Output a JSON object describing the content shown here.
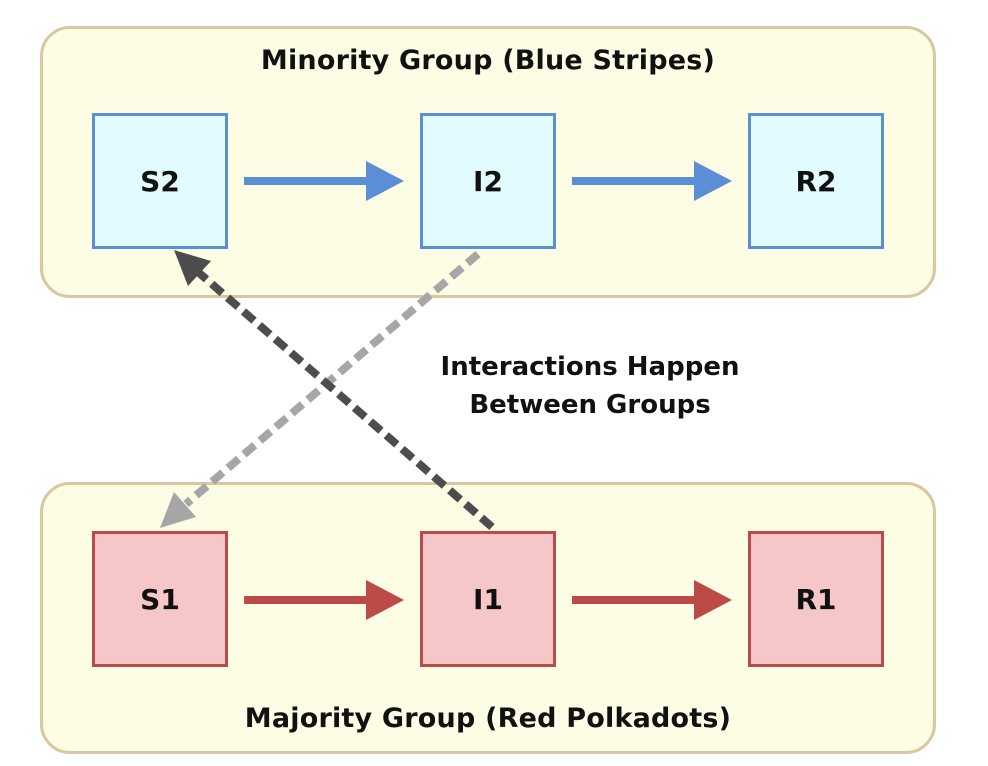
{
  "groups": {
    "minority": {
      "title": "Minority Group (Blue Stripes)",
      "color": "#5b8ed4",
      "fill": "#e2fbfe",
      "states": [
        "S2",
        "I2",
        "R2"
      ]
    },
    "majority": {
      "title": "Majority Group (Red Polkadots)",
      "color": "#bc4a47",
      "fill": "#f6c7c8",
      "states": [
        "S1",
        "I1",
        "R1"
      ]
    }
  },
  "interaction_label": {
    "line1": "Interactions Happen",
    "line2": "Between Groups"
  },
  "edges": [
    {
      "from": "S2",
      "to": "I2",
      "style": "solid",
      "color": "#5b8ed4"
    },
    {
      "from": "I2",
      "to": "R2",
      "style": "solid",
      "color": "#5b8ed4"
    },
    {
      "from": "S1",
      "to": "I1",
      "style": "solid",
      "color": "#bc4a47"
    },
    {
      "from": "I1",
      "to": "R1",
      "style": "solid",
      "color": "#bc4a47"
    },
    {
      "from": "I1",
      "to": "S2",
      "style": "dashed",
      "color": "#4d4d4d"
    },
    {
      "from": "I2",
      "to": "S1",
      "style": "dashed",
      "color": "#a6a6a6"
    }
  ],
  "panel_fill": "#fdfde6",
  "panel_border": "#d8c7a0"
}
